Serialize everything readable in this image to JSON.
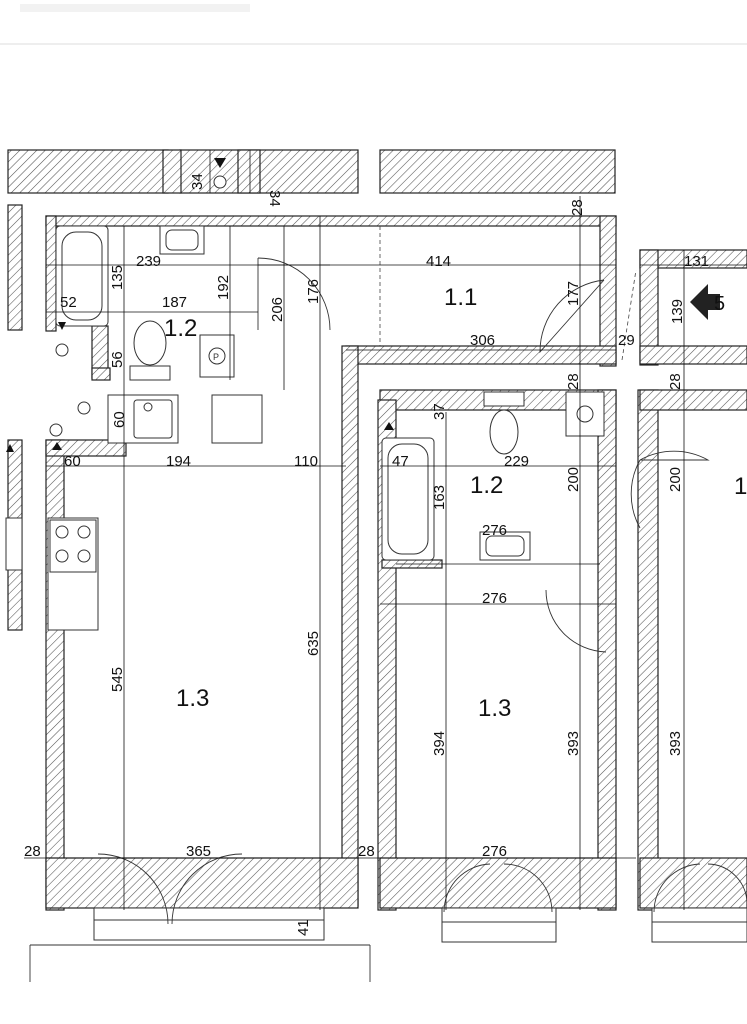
{
  "plan": {
    "rooms": [
      {
        "id": "r-1-1",
        "label": "1.1"
      },
      {
        "id": "r-1-2-left",
        "label": "1.2"
      },
      {
        "id": "r-1-2-mid",
        "label": "1.2"
      },
      {
        "id": "r-1-3-left",
        "label": "1.3"
      },
      {
        "id": "r-1-3-mid",
        "label": "1.3"
      },
      {
        "id": "r-1-partial",
        "label": "1"
      }
    ],
    "marker": {
      "label": "5"
    },
    "dimensions": [
      "34",
      "34",
      "28",
      "239",
      "135",
      "414",
      "131",
      "187",
      "192",
      "176",
      "177",
      "52",
      "206",
      "139",
      "306",
      "29",
      "56",
      "28",
      "28",
      "37",
      "60",
      "60",
      "194",
      "110",
      "47",
      "229",
      "200",
      "200",
      "163",
      "276",
      "276",
      "635",
      "545",
      "394",
      "393",
      "393",
      "28",
      "365",
      "28",
      "276",
      "41"
    ]
  }
}
